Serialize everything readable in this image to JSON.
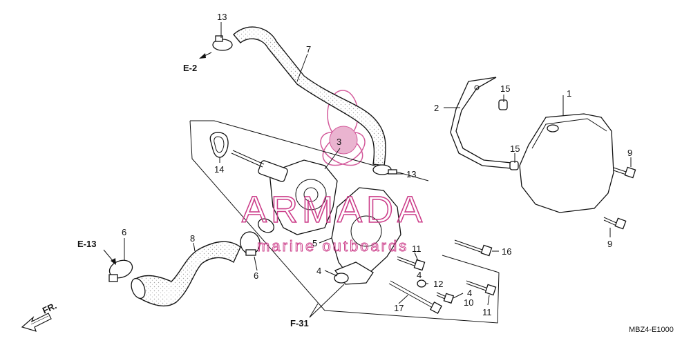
{
  "callouts": {
    "n1": "1",
    "n2": "2",
    "n3": "3",
    "n4a": "4",
    "n4b": "4",
    "n4c": "4",
    "n5": "5",
    "n6a": "6",
    "n6b": "6",
    "n7": "7",
    "n8": "8",
    "n9a": "9",
    "n9b": "9",
    "n10": "10",
    "n11a": "11",
    "n11b": "11",
    "n12": "12",
    "n13a": "13",
    "n13b": "13",
    "n14": "14",
    "n15a": "15",
    "n15b": "15",
    "n16": "16",
    "n17": "17"
  },
  "refs": {
    "e2": "E-2",
    "e13": "E-13",
    "f31": "F-31",
    "fr": "FR."
  },
  "diagram_code": "MBZ4-E1000",
  "watermark": {
    "brand": "ARMADA",
    "tagline": "marine outboards",
    "color": "#cc3e8a"
  }
}
